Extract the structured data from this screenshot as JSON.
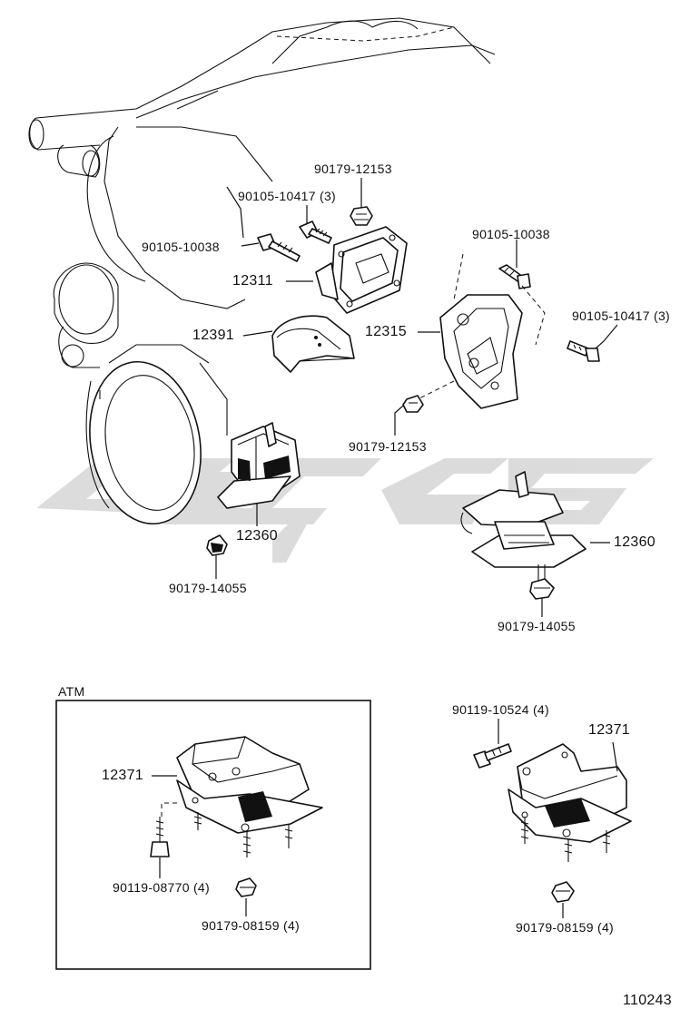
{
  "watermark": {
    "color": "#d8d8d8"
  },
  "labels": {
    "p90179_12153_top": "90179-12153",
    "p90105_10417_left": "90105-10417 (3)",
    "p90105_10038_left": "90105-10038",
    "p12311": "12311",
    "p12391": "12391",
    "p90105_10038_right": "90105-10038",
    "p12315": "12315",
    "p90105_10417_right": "90105-10417 (3)",
    "p90179_12153_mid": "90179-12153",
    "p12360_left": "12360",
    "p90179_14055_left": "90179-14055",
    "p12360_right": "12360",
    "p90179_14055_right": "90179-14055",
    "atm": "ATM",
    "p12371_box": "12371",
    "p90119_08770": "90119-08770 (4)",
    "p90179_08159_box": "90179-08159 (4)",
    "p90119_10524": "90119-10524 (4)",
    "p12371_right": "12371",
    "p90179_08159_right": "90179-08159 (4)",
    "figure_number": "110243"
  }
}
